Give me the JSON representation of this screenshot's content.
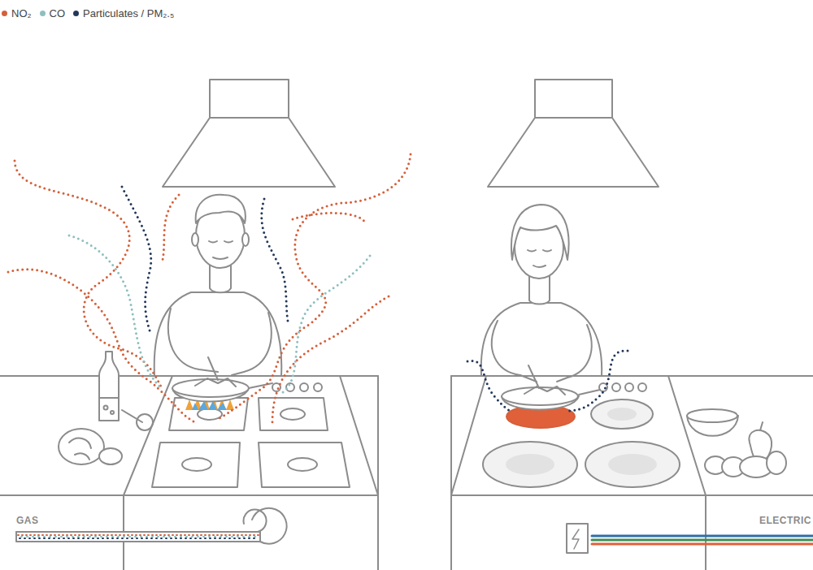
{
  "diagram": {
    "labels": [
      "GAS",
      "ELECTRIC"
    ],
    "legend": [
      {
        "text": "NO₂",
        "color": "#d4603a"
      },
      {
        "text": "CO",
        "color": "#8fbfc0"
      },
      {
        "text": "Particulates / PM₂.₅",
        "color": "#22385a"
      }
    ]
  }
}
